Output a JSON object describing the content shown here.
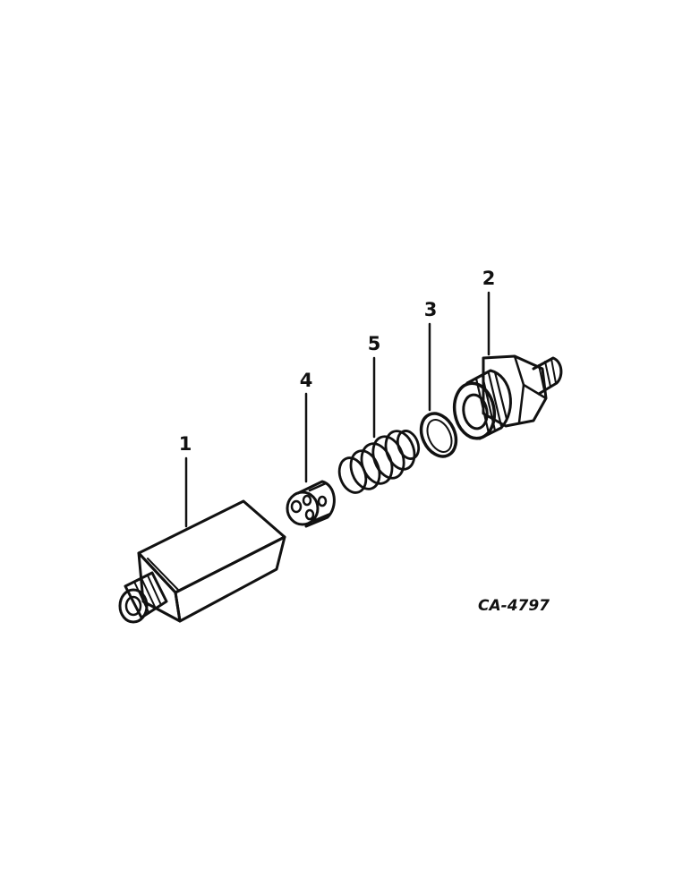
{
  "diagram": {
    "callouts": {
      "part1": "1",
      "part2": "2",
      "part3": "3",
      "part4": "4",
      "part5": "5"
    },
    "figure_code": "CA-4797"
  }
}
